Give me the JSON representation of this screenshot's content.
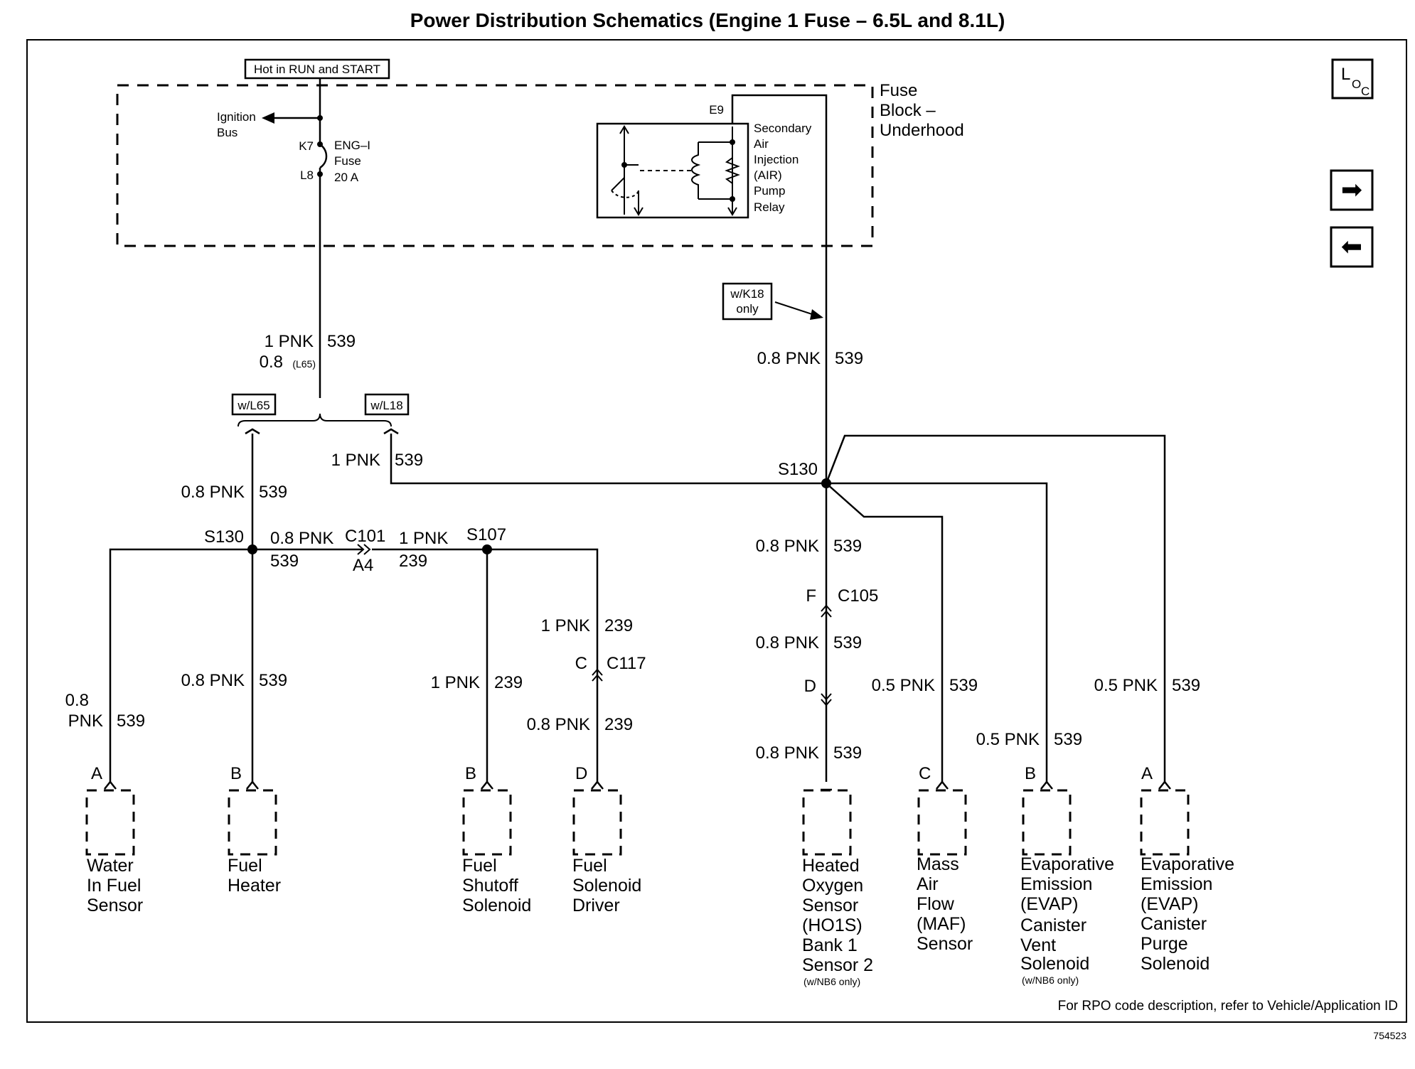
{
  "title": "Power Distribution Schematics (Engine 1 Fuse – 6.5L and 8.1L)",
  "hot_label": "Hot in RUN and START",
  "fuse_block": [
    "Fuse",
    "Block –",
    "Underhood"
  ],
  "ignition_bus": [
    "Ignition",
    "Bus"
  ],
  "fuse": {
    "pin_top": "K7",
    "pin_bottom": "L8",
    "lines": [
      "ENG–I",
      "Fuse",
      "20 A"
    ]
  },
  "relay": {
    "pin": "E9",
    "lines": [
      "Secondary",
      "Air",
      "Injection",
      "(AIR)",
      "Pump",
      "Relay"
    ]
  },
  "option_tags": {
    "wk18": [
      "w/K18",
      "only"
    ],
    "wl65": "w/L65",
    "wl18": "w/L18"
  },
  "wires": {
    "main_left_top": "1 PNK",
    "main_left_circ": "539",
    "main_left_alt": "0.8",
    "main_left_alt_note": "(L65)",
    "right_vertical": "0.8 PNK",
    "right_vertical_circ": "539",
    "l18_branch": "1 PNK",
    "l18_branch_circ": "539",
    "l65_branch": "0.8 PNK",
    "l65_branch_circ": "539",
    "bus_left": "0.8 PNK",
    "bus_left_circ": "539",
    "bus_right": "1 PNK",
    "bus_right_circ": "239",
    "fsd_top": "1 PNK",
    "fsd_top_circ": "239",
    "fsd_bottom": "0.8 PNK",
    "fsd_bottom_circ": "239",
    "shutoff": "1 PNK",
    "shutoff_circ": "239",
    "heater": "0.8 PNK",
    "heater_circ": "539",
    "wif_a": "0.8",
    "wif_b": "PNK",
    "wif_circ": "539",
    "ho2s_1": "0.8 PNK",
    "ho2s_2": "0.8 PNK",
    "ho2s_3": "0.8 PNK",
    "ho2s_circ": "539",
    "maf": "0.5 PNK",
    "maf_circ": "539",
    "evap_vent": "0.5 PNK",
    "evap_vent_circ": "539",
    "evap_purge": "0.5 PNK",
    "evap_purge_circ": "539"
  },
  "splices": {
    "right": "S130",
    "left": "S130",
    "s107": "S107"
  },
  "connectors": {
    "c101": "C101",
    "c101_pin": "A4",
    "c105": "C105",
    "c105_top": "F",
    "c105_bottom": "D",
    "c117": "C117",
    "c117_pin": "C"
  },
  "components": [
    {
      "pin": "A",
      "lines": [
        "Water",
        "In Fuel",
        "Sensor"
      ]
    },
    {
      "pin": "B",
      "lines": [
        "Fuel",
        "Heater"
      ]
    },
    {
      "pin": "B",
      "lines": [
        "Fuel",
        "Shutoff",
        "Solenoid"
      ]
    },
    {
      "pin": "D",
      "lines": [
        "Fuel",
        "Solenoid",
        "Driver"
      ]
    },
    {
      "pin": "",
      "lines": [
        "Heated",
        "Oxygen",
        "Sensor",
        "(HO1S)",
        "Bank 1",
        "Sensor 2"
      ],
      "note": "(w/NB6 only)"
    },
    {
      "pin": "C",
      "lines": [
        "Mass",
        "Air",
        "Flow",
        "(MAF)",
        "Sensor"
      ]
    },
    {
      "pin": "B",
      "lines": [
        "Evaporative",
        "Emission",
        "(EVAP)",
        "Canister",
        "Vent",
        "Solenoid"
      ],
      "note": "(w/NB6 only)"
    },
    {
      "pin": "A",
      "lines": [
        "Evaporative",
        "Emission",
        "(EVAP)",
        "Canister",
        "Purge",
        "Solenoid"
      ]
    }
  ],
  "loc_icon": {
    "big": "L",
    "sub1": "O",
    "sub2": "C"
  },
  "nav": {
    "next": "➡",
    "prev": "⬅"
  },
  "footer_note": "For RPO code description, refer to Vehicle/Application ID",
  "figure_id": "754523"
}
